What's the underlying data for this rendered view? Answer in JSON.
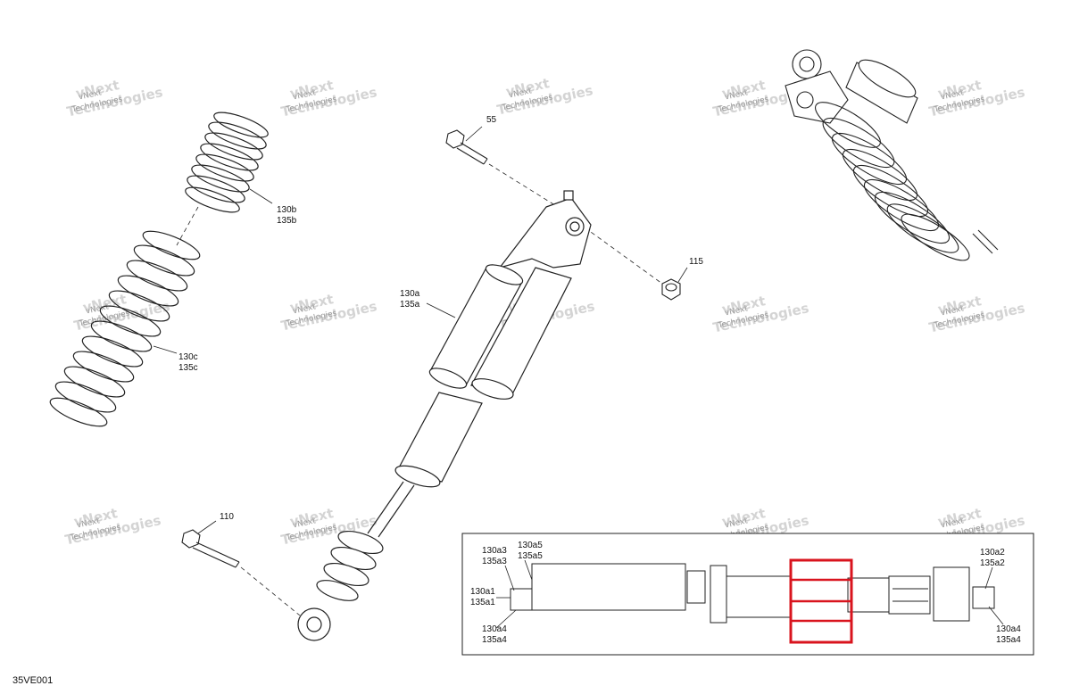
{
  "figure_code": "35VE001",
  "watermark": {
    "line1": "vNext",
    "line2": "Technologies"
  },
  "callouts": {
    "spring_upper": {
      "line1": "130b",
      "line2": "135b"
    },
    "spring_lower": {
      "line1": "130c",
      "line2": "135c"
    },
    "bolt_top": "55",
    "nut": "115",
    "shock_body": {
      "line1": "130a",
      "line2": "135a"
    },
    "bolt_bottom": "110"
  },
  "inset": {
    "left_top": {
      "line1": "130a3",
      "line2": "135a3"
    },
    "left_top2": {
      "line1": "130a5",
      "line2": "135a5"
    },
    "left_mid": {
      "line1": "130a1",
      "line2": "135a1"
    },
    "left_bottom": {
      "line1": "130a4",
      "line2": "135a4"
    },
    "right_top": {
      "line1": "130a2",
      "line2": "135a2"
    },
    "right_bottom": {
      "line1": "130a4",
      "line2": "135a4"
    },
    "highlight_color": "#d9141e"
  }
}
